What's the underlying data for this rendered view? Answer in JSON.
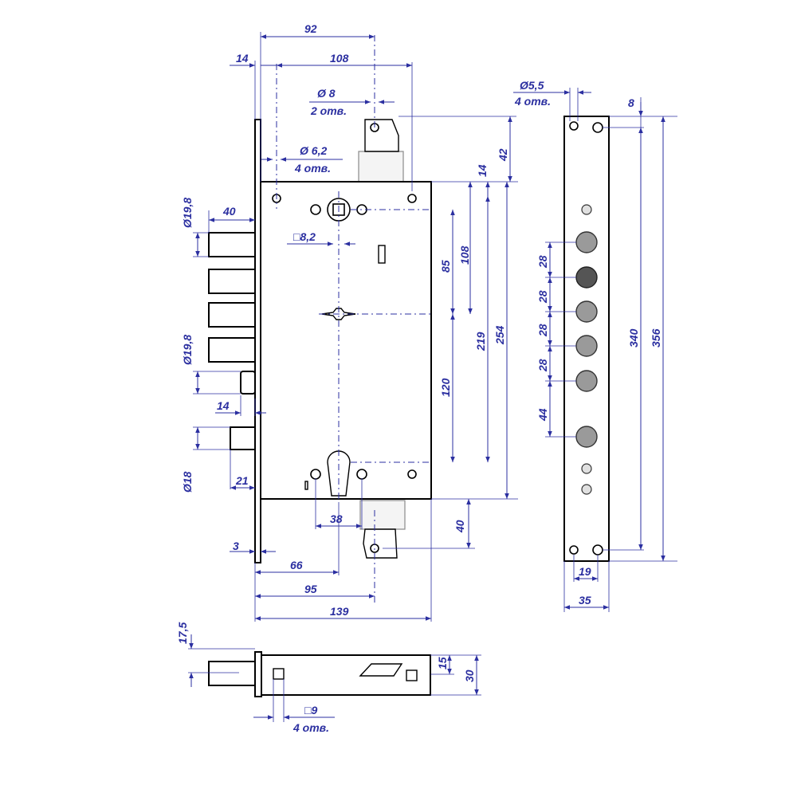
{
  "colors": {
    "dimension": "#2b2fa0",
    "outline": "#000000"
  },
  "front_view": {
    "top_width_92": "92",
    "edge_offset_14": "14",
    "hole_spacing_108": "108",
    "hole_8_dia": "Ø 8",
    "hole_8_count": "2 отв.",
    "hole_62_dia": "Ø 6,2",
    "hole_62_count": "4 отв.",
    "bolt_dia_top": "Ø19,8",
    "bolt_length_40": "40",
    "spindle_square": "□8,2",
    "bolt_dia_mid": "Ø19,8",
    "latch_14": "14",
    "latch_dia_18": "Ø18",
    "latch_21": "21",
    "faceplate_3": "3",
    "cylinder_spacing_38": "38",
    "backset_66": "66",
    "dist_95": "95",
    "case_width_139": "139",
    "v_14": "14",
    "v_42": "42",
    "v_85": "85",
    "v_108": "108",
    "v_120": "120",
    "v_219": "219",
    "v_254": "254",
    "v_40": "40"
  },
  "side_view": {
    "hole_55_dia": "Ø5,5",
    "hole_55_count": "4 отв.",
    "top_8": "8",
    "pitch_1": "28",
    "pitch_2": "28",
    "pitch_3": "28",
    "pitch_4": "28",
    "pitch_5": "44",
    "inner_340": "340",
    "total_356": "356",
    "width_19": "19",
    "width_35": "35"
  },
  "bottom_view": {
    "height_175": "17,5",
    "depth_15": "15",
    "depth_30": "30",
    "square_9": "□9",
    "square_9_count": "4 отв."
  }
}
